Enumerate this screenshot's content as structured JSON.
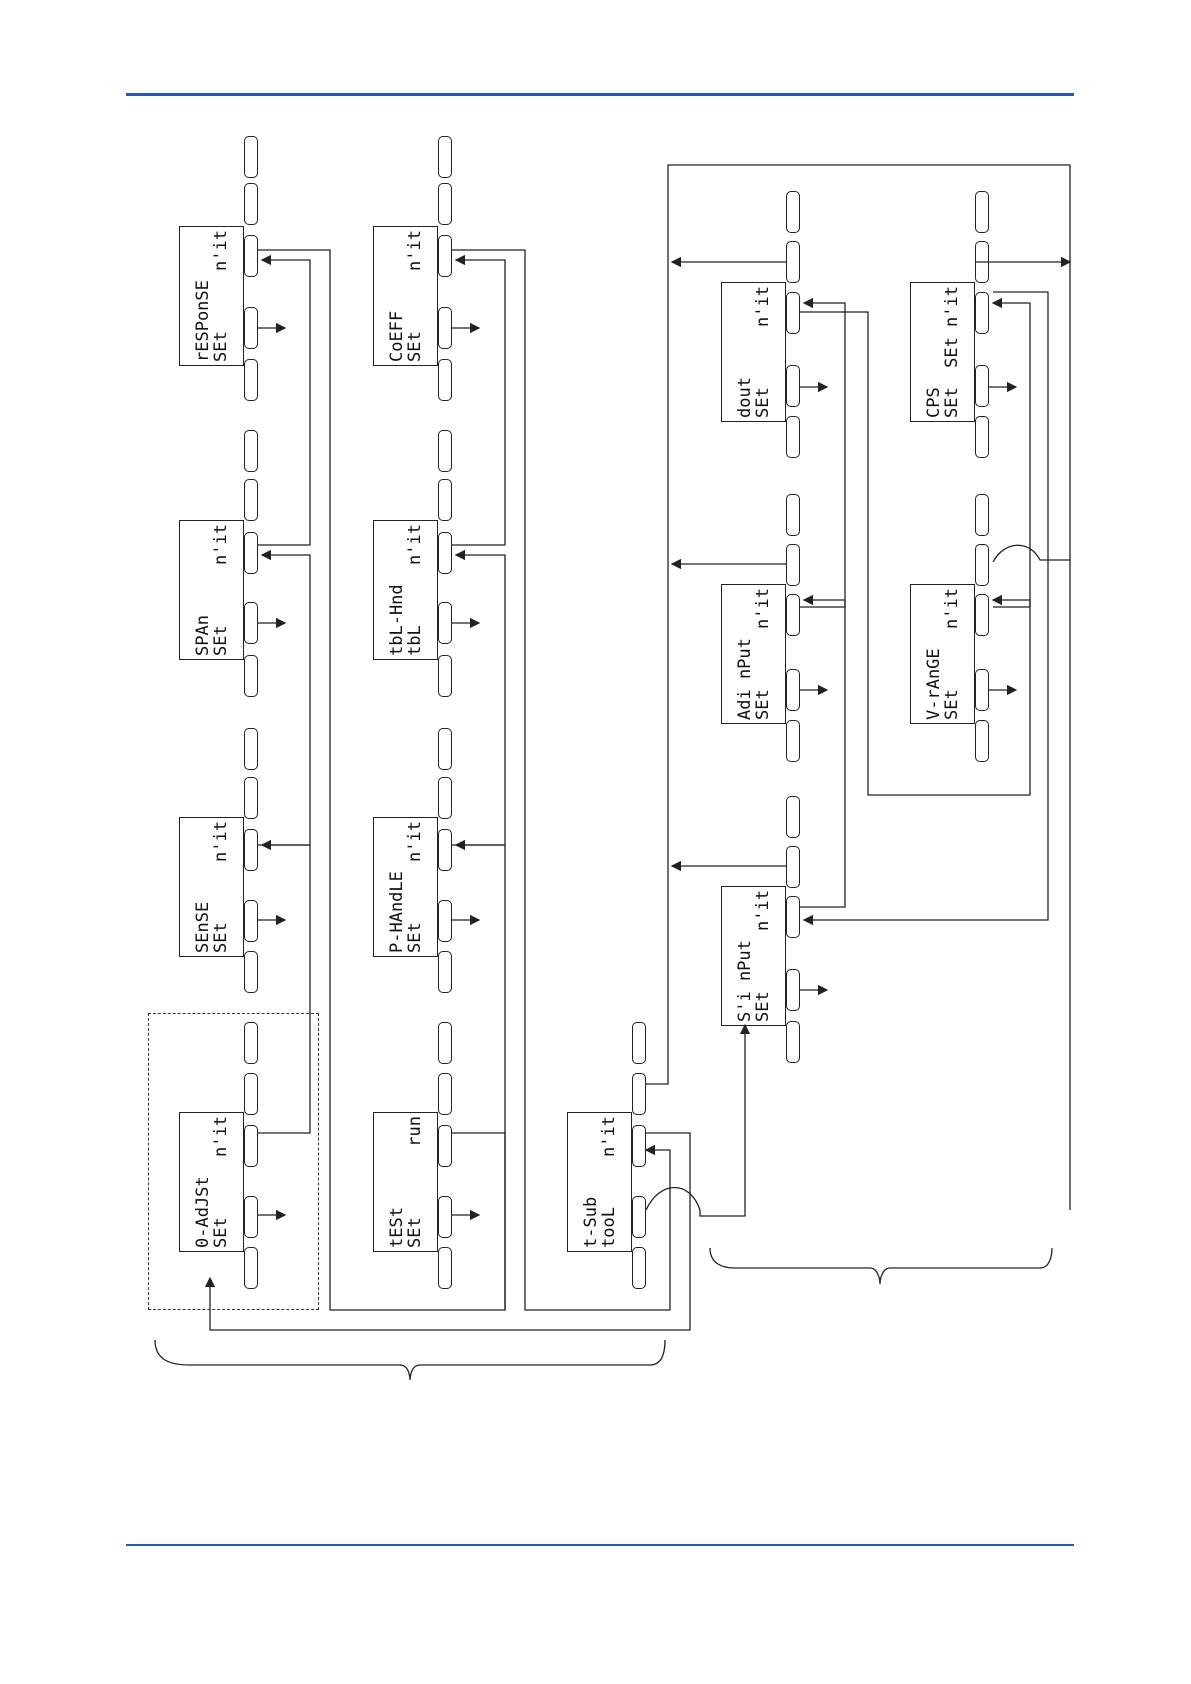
{
  "panels": [
    {
      "id": "response-set",
      "line1": "rESPonSE",
      "line2": "SEt",
      "line3": "n'it"
    },
    {
      "id": "span-set",
      "line1": "SPAn",
      "line2": "SEt",
      "line3": "n'it"
    },
    {
      "id": "sense-set",
      "line1": "SEnSE",
      "line2": "SEt",
      "line3": "n'it"
    },
    {
      "id": "zero-adjust-set",
      "line1": "0-AdJSt",
      "line2": "SEt",
      "line3": "n'it"
    },
    {
      "id": "coeff-set",
      "line1": "CoEFF",
      "line2": "SEt",
      "line3": "n'it"
    },
    {
      "id": "tbl-hnd-set",
      "line1": "tbL-Hnd",
      "line2": "tbL",
      "line3": "n'it"
    },
    {
      "id": "p-handle-set",
      "line1": "P-HAndLE",
      "line2": "SEt",
      "line3": "n'it"
    },
    {
      "id": "test-run",
      "line1": "tESt",
      "line2": "SEt",
      "line3": "run"
    },
    {
      "id": "tool-sub",
      "line1": "t-Sub",
      "line2": "tooL",
      "line3": "n'it"
    },
    {
      "id": "dout-set",
      "line1": "dout",
      "line2": "SEt",
      "line3": "n'it"
    },
    {
      "id": "ad-input-set",
      "line1": "Adi nPut",
      "line2": "SEt",
      "line3": "n'it"
    },
    {
      "id": "s-input-set",
      "line1": "S'i nPut",
      "line2": "SEt",
      "line3": "n'it"
    },
    {
      "id": "cps-set",
      "line1": "CPS",
      "line2": "SEt",
      "line3": "SEt n'it"
    },
    {
      "id": "v-range-set",
      "line1": "V-rAnGE",
      "line2": "SEt",
      "line3": "n'it"
    }
  ],
  "brackets": {
    "left_label": "",
    "right_label": ""
  },
  "colors": {
    "rule": "#2a56b4",
    "line": "#222222"
  }
}
